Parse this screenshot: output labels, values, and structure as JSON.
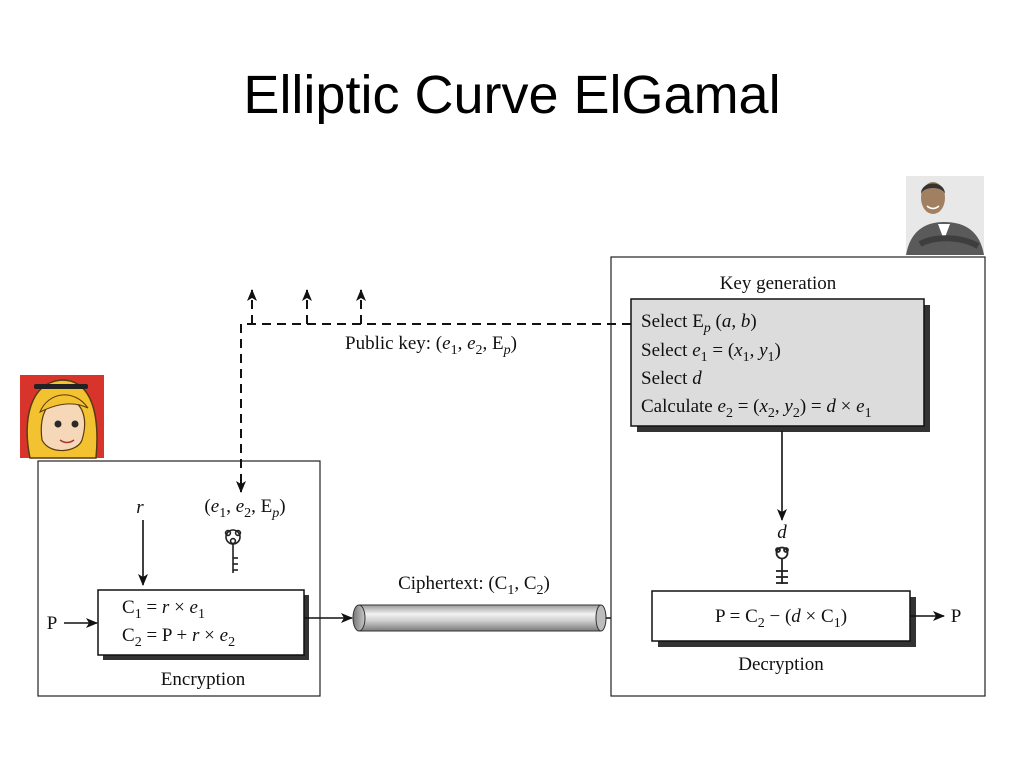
{
  "slide": {
    "title": "Elliptic Curve ElGamal"
  },
  "key_generation": {
    "title": "Key generation",
    "steps": {
      "select_curve": "Select E_p (a, b)",
      "select_e1": "Select e_1 = (x_1, y_1)",
      "select_d": "Select d",
      "calculate_e2": "Calculate  e_2 = (x_2, y_2) = d × e_1"
    },
    "private_key_label": "d"
  },
  "public_key": {
    "label": "Public key: (e_1, e_2, E_p)"
  },
  "encryption": {
    "title": "Encryption",
    "random_label": "r",
    "key_label": "(e_1, e_2, E_p)",
    "input_label": "P",
    "formula_c1": "C_1 = r × e_1",
    "formula_c2": "C_2 = P + r × e_2"
  },
  "channel": {
    "label": "Ciphertext: (C_1, C_2)"
  },
  "decryption": {
    "title": "Decryption",
    "formula": "P = C_2 − (d × C_1)",
    "output_label": "P"
  },
  "colors": {
    "box_fill": "#ffffff",
    "keygen_inner_fill": "#dcdcdc",
    "shadow": "#333333",
    "line": "#111111",
    "pipe_light": "#f0f0f0",
    "pipe_dark": "#8c8c8c"
  },
  "icons": {
    "sender_avatar": "girl-portrait-icon",
    "receiver_avatar": "man-portrait-icon",
    "encryption_key": "key-icon",
    "decryption_key": "key-icon"
  }
}
